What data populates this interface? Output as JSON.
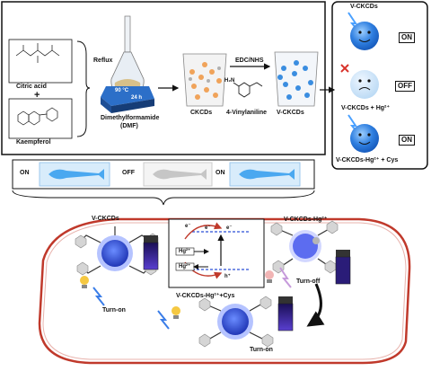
{
  "synthesis": {
    "reactant_1": "Citric acid",
    "plus_sign": "+",
    "reactant_2": "Kaempferol",
    "condition_1": "Reflux",
    "flask_temp": "90 °C",
    "flask_time": "24 h",
    "solvent": "Dimethylformamide",
    "solvent_abbr": "(DMF)",
    "product_1": "CKCDs",
    "coupling": "EDC/NHS",
    "reagent_amine": "H₂N",
    "reagent": "4-Vinylaniline",
    "product_2": "V-CKCDs"
  },
  "states": {
    "state_1_name": "V-CKCDs",
    "state_1_signal": "ON",
    "state_2_name": "V-CKCDs + Hg²⁺",
    "state_2_signal": "OFF",
    "state_3_name": "V-CKCDs-Hg²⁺ + Cys",
    "state_3_signal": "ON"
  },
  "zebrafish": {
    "panel_1": "ON",
    "panel_2": "OFF",
    "panel_3": "ON"
  },
  "mechanism": {
    "cell_1_label": "V-CKCDs",
    "cell_2_label": "V-CKCDs-Hg²⁺",
    "cell_3_label": "V-CKCDs-Hg²⁺+Cys",
    "box_hg_top": "Hg²⁺",
    "box_hg_bottom": "Hg²⁺",
    "electron_1": "e⁻",
    "electron_2": "e⁻",
    "electron_3": "e⁻",
    "hole": "h⁺",
    "turn_on_1": "Turn-on",
    "turn_off": "Turn-off",
    "turn_on_2": "Turn-on"
  },
  "colors": {
    "membrane": "#c0392b",
    "dot_blue": "#1f4fd6",
    "vial_glow": "#5a3fd0",
    "arrow_red": "#c0392b"
  }
}
